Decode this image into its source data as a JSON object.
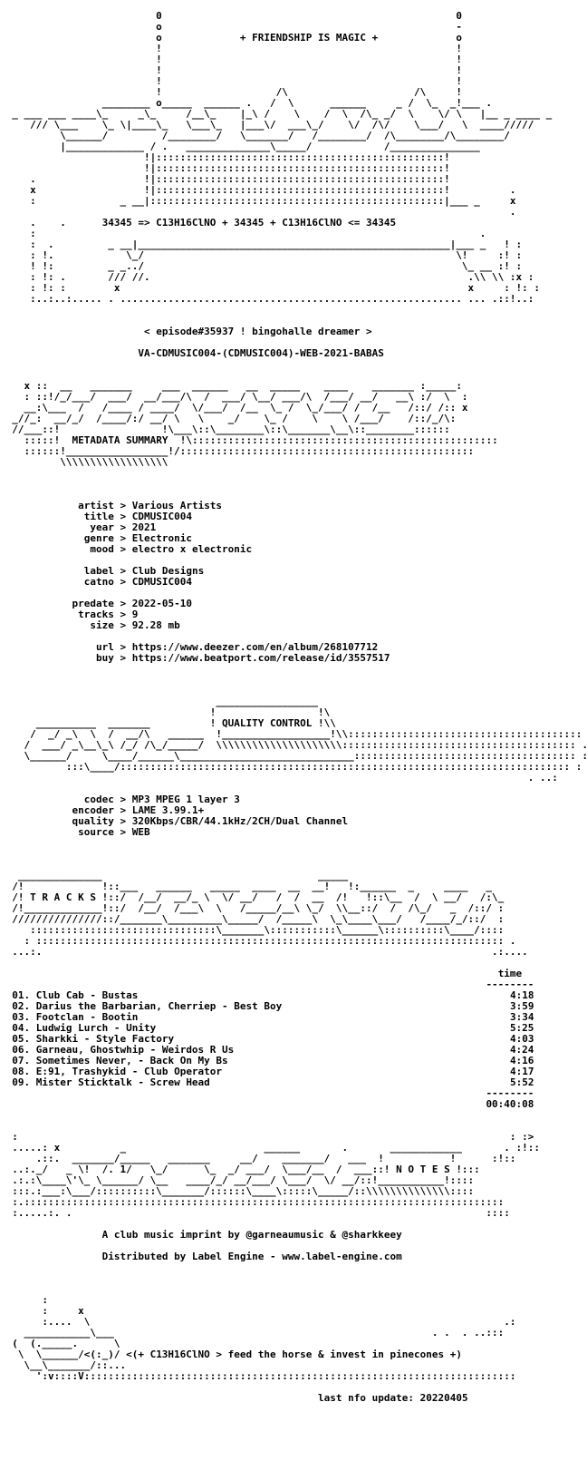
{
  "header": {
    "art": "                          0                                                 0\n                          o                                                 -\n                          o             + FRIENDSHIP IS MAGIC +             o\n                          !                                                 !\n                          !                                                 !\n                          !                                                 !\n                          !                                                 !\n                          !                   /\\                     /\\     !\n                 ________ o_____  ______ .   /  \\      ______     _ /  \\_  _!___ .\n  _ ___ ___ ____\\_     _\\_     /__\\_    |_\\ /    \\    /  \\  /\\_ _/  \\    \\/ \\   |__ _ ____ _\n     /// \\___    \\_ \\|____\\_   \\___\\_   |___\\/  ___\\_/    \\/  /\\/    \\___/   \\  ____/////\n          \\______/         /________/   \\_______/   /________/  /\\________/\\________/\n          |_____________ / .   ______________\\_____/            /_______________\n                        !|::::::::::::::::::::::::::::::::::::::::::::::::!\n                        !|::::::::::::::::::::::::::::::::::::::::::::::::!\n     .                  !|::::::::::::::::::::::::::::::::::::::::::::::::!\n     x                  !|::::::::::::::::::::::::::::::::::::::::::::::::!          .\n     :              _ __|:::::::::::::::::::::::::::::::::::::::::::::::::|___ _     x\n                                                                                     .\n     .    .      34345 => C13H16ClNO + 34345 + C13H16ClNO <= 34345\n     :                                                                          .\n     :  .         _ __|____________________________________________________|___ _   ! :\n     : !.            \\_/                                                    \\!     :! :\n     ! !:         _ _../                                                     \\_ __ :! :\n     : !: .       /// //.                                                     .\\\\ \\\\ :x :\n     : !: :        x                                                          x     : !: :\n     :..:..:..... . ......................................................... ... .::!..:\n",
    "episode": "< episode#35937 ! bingohalle dreamer >",
    "release": "VA-CDMUSIC004-(CDMUSIC004)-WEB-2021-BABAS"
  },
  "metadata": {
    "art_top": "    x ::  __   _______     ___  ______   __  _____    ____    _______ :_____:\n    : ::!/_/___/  ___/  __/___/\\  /  ___/ \\__/ ___/\\  /___/ __/   __\\ :/  \\  :\n    __:\\___  /   /____ / ____/  \\/___/  /__  \\_ /  \\_/___/ /  /__   /::/ /:: x\n  _//_:  __/_/  /____/:/ __/ \\   \\    _/    \\_ /    \\    \\ /___/    /::/_/\\:\n  //___::!                 !\\___\\::\\________\\::\\_______\\__\\::________::::::\n    :::::!  ",
    "section_title": "METADATA SUMMARY",
    "art_bottom": "  !\\:::::::::::::::::::::::::::::::::::::::::::::::::::\n    ::::::!_________________!/:::::::::::::::::::::::::::::::::::::::::::::::::\n          \\\\\\\\\\\\\\\\\\\\\\\\\\\\\\\\\\\\",
    "rows": [
      {
        "key": "artist",
        "val": "Various Artists"
      },
      {
        "key": "title",
        "val": "CDMUSIC004"
      },
      {
        "key": "year",
        "val": "2021"
      },
      {
        "key": "genre",
        "val": "Electronic"
      },
      {
        "key": "mood",
        "val": "electro x electronic"
      },
      {
        "key": "",
        "val": ""
      },
      {
        "key": "label",
        "val": "Club Designs"
      },
      {
        "key": "catno",
        "val": "CDMUSIC004"
      },
      {
        "key": "",
        "val": ""
      },
      {
        "key": "predate",
        "val": "2022-05-10"
      },
      {
        "key": "tracks",
        "val": "9"
      },
      {
        "key": "size",
        "val": "92.28 mb"
      },
      {
        "key": "",
        "val": ""
      },
      {
        "key": "url",
        "val": "https://www.deezer.com/en/album/268107712"
      },
      {
        "key": "buy",
        "val": "https://www.beatport.com/release/id/3557517"
      }
    ]
  },
  "quality": {
    "art": "                                    _________________\n                                   !                 !\\\n      __________  _______          ! QUALITY CONTROL !\\\\\n     /  _/ _\\  \\  /  __/\\   ______  !__________________!\\\\:::::::::::::::::::::::::::::::::::::::\n    /  ___/ _\\__\\_\\ /_/ /\\_/_____/  \\\\\\\\\\\\\\\\\\\\\\\\\\\\\\\\\\\\\\\\\\::::::::::::::::::::::::::::::::::::::: .\n    \\______/     \\____/______\\_____________________________::::::::::::::::::::::::::::::::::::: :\n           :::\\____/::::::::::::::::::::::::::::::::::::::::::::::::::::::::::::::::::::::::::: :\n                                                                                        . ..:\n",
    "rows": [
      {
        "key": "codec",
        "val": "MP3 MPEG 1 layer 3"
      },
      {
        "key": "encoder",
        "val": "LAME 3.99.1+"
      },
      {
        "key": "quality",
        "val": "320Kbps/CBR/44.1kHz/2CH/Dual Channel"
      },
      {
        "key": "source",
        "val": "WEB"
      }
    ]
  },
  "tracks": {
    "art": "   ______________                                    _____\n  /!             !::___   ______   _____  ____  __  __!   !:______  _     ____   _\n  /! T R A C K S !::/  /__/  __/_ \\  \\/ __/   /  /  __  /!   !::\\__  /  \\ __/   /:\\_\n  /!_____________!::/  /__/  /___\\  \\   /_____/__\\ \\_/  \\\\__::/  /  /\\_/   _  /::/ :\n  ///////////////::/_______\\_________\\_____/  /_____\\  \\_\\____\\___/   /____/_/::/  :\n     :::::::::::::::::::::::::::::::\\_______\\:::::::::::\\______\\::::::::::\\____/::::\n    : :::::::::::::::::::::::::::::::::::::::::::::::::::::::::::::::::::::::::::::: .\n  ...:.                                                                           .:....\n",
    "time_label": "time",
    "time_rule": "--------",
    "total_rule": "--------",
    "total": "00:40:08",
    "items": [
      {
        "num": "01.",
        "title": "Club Cab - Bustas",
        "time": "4:18"
      },
      {
        "num": "02.",
        "title": "Darius the Barbarian, Cherriep - Best Boy",
        "time": "3:59"
      },
      {
        "num": "03.",
        "title": "Footclan - Bootin",
        "time": "3:34"
      },
      {
        "num": "04.",
        "title": "Ludwig Lurch - Unity",
        "time": "5:25"
      },
      {
        "num": "05.",
        "title": "Sharkki - Style Factory",
        "time": "4:03"
      },
      {
        "num": "06.",
        "title": "Garneau, Ghostwhip - Weirdos R Us",
        "time": "4:24"
      },
      {
        "num": "07.",
        "title": "Sometimes Never, - Back On My Bs",
        "time": "4:16"
      },
      {
        "num": "08.",
        "title": "E:91, Trashykid - Club Operator",
        "time": "4:17"
      },
      {
        "num": "09.",
        "title": "Mister Sticktalk - Screw Head",
        "time": "5:52"
      }
    ]
  },
  "notes": {
    "art": "  :                                                                                  : :>\n  .....: x          _                       ______       .       ____________       . :!::\n      .::.  _______/_____   _______     __/    _______/   ___  !           !      :!::\n  ..:._/   _ \\!  /. 1/   \\_/      \\_  _/ ___/  \\___/__  /  ___::! N O T E S !:::\n  .:.:\\____\\'\\_ \\______/ \\__   ____/_/ __/___/ \\___/  \\/ __/::!___________!::::\n  :::.:___:\\___/::::::::::\\_______/::::::\\____\\:::::\\_____/::\\\\\\\\\\\\\\\\\\\\\\\\\\\\::::\n  :.::::::::::::::::::::::::::::::::::::::::::::::::::::::::::::::::::::::::::::::::\n  :.....:. .                                                                     ::::\n",
    "line1": "A club music imprint by @garneaumusic & @sharkkeey",
    "line2": "Distributed by Label Engine - www.label-engine.com"
  },
  "footer": {
    "art": "       :\n       :     x\n       :....  \\                                                                     .:\n    ___________\\___                                                     . .  . ..:::\n  (  (._____.      \\\n   \\  \\______/<(:_)/",
    "tagline": " <(+ C13H16ClNO > feed the horse & invest in pinecones +)",
    "art_after": "    \\__\\_______/::...\n      ':v::::V::::::::::::::::::::::::::::::::::::::::::::::::::::::::::::::::::::::::",
    "last_update": "last nfo update: 20220405"
  }
}
